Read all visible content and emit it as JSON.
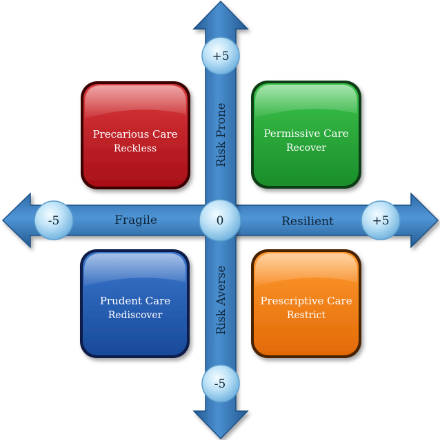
{
  "axes": {
    "vertical": {
      "top_label": "Risk Prone",
      "bottom_label": "Risk Averse",
      "top_value": "+5",
      "bottom_value": "-5"
    },
    "horizontal": {
      "left_label": "Fragile",
      "right_label": "Resilient",
      "left_value": "-5",
      "right_value": "+5"
    },
    "origin": "0"
  },
  "quadrants": {
    "top_left": {
      "title": "Precarious Care",
      "subtitle": "Reckless",
      "color": "#c8191f"
    },
    "top_right": {
      "title": "Permissive Care",
      "subtitle": "Recover",
      "color": "#22a534"
    },
    "bottom_left": {
      "title": "Prudent Care",
      "subtitle": "Rediscover",
      "color": "#1f57b3"
    },
    "bottom_right": {
      "title": "Prescriptive Care",
      "subtitle": "Restrict",
      "color": "#f07d12"
    }
  },
  "colors": {
    "axis": "#3c7fc1",
    "axis_dark": "#245a92",
    "node": "#9fd0ee"
  }
}
